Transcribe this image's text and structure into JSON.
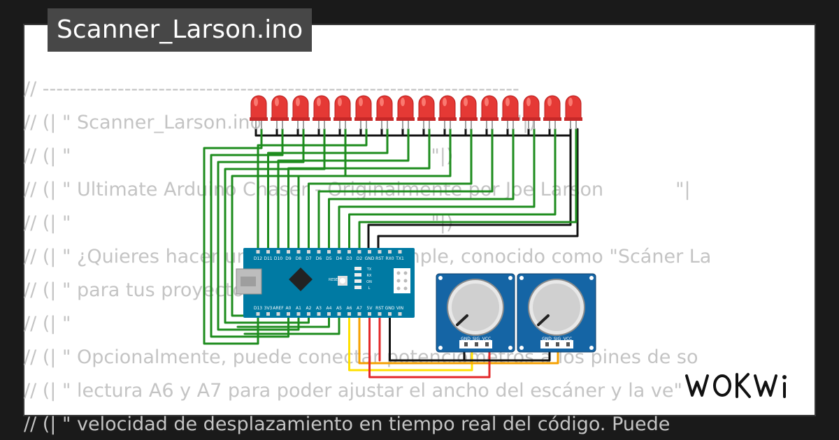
{
  "window": {
    "title": "Scanner_Larson.ino"
  },
  "code_lines": [
    "// ----------------------------------------------------------------------",
    "// (| \" Scanner_Larson.ino                                          \"|)",
    "// (| \"                                                            \"|)",
    "// (| \" Ultimate Arduino Chaser - Originalmente por Joe Larson            \"|",
    "// (| \"                                                            \"|)",
    "// (| \" ¿Quieres hacer un secuenciador simple, conocido como \"Scáner La",
    "// (| \" para tus proyectos?                                          \"|)",
    "// (| \"",
    "// (| \" Opcionalmente, puede conectar potenciómetros a los pines de so",
    "// (| \" lectura A6 y A7 para poder ajustar el ancho del escáner y la ve\"|",
    "// (| \" velocidad de desplazamiento en tiempo real del código. Puede"
  ],
  "arduino": {
    "top_pins": [
      "D12",
      "D11",
      "D10",
      "D9",
      "D8",
      "D7",
      "D6",
      "D5",
      "D4",
      "D3",
      "D2",
      "GND",
      "RST",
      "RX0",
      "TX1"
    ],
    "bottom_pins": [
      "D13",
      "3V3",
      "AREF",
      "A0",
      "A1",
      "A2",
      "A3",
      "A4",
      "A5",
      "A6",
      "A7",
      "5V",
      "RST",
      "GND",
      "VIN"
    ],
    "side_labels": [
      "TX",
      "RX",
      "ON",
      "L",
      "RESET"
    ]
  },
  "potentiometers": [
    {
      "pins": [
        "GND",
        "SIG",
        "VCC"
      ]
    },
    {
      "pins": [
        "GND",
        "SIG",
        "VCC"
      ]
    }
  ],
  "led_count": 16,
  "brand": {
    "logo_text": "WOKWi"
  },
  "colors": {
    "background": "#1a1a1a",
    "card": "#ffffff",
    "board": "#007aa3",
    "module": "#1565a5",
    "led": "#e53935",
    "wire_green": "#1e8c1e",
    "wire_black": "#111111",
    "wire_yellow": "#ffe000",
    "wire_orange": "#f5a000",
    "wire_red": "#e3282a"
  }
}
